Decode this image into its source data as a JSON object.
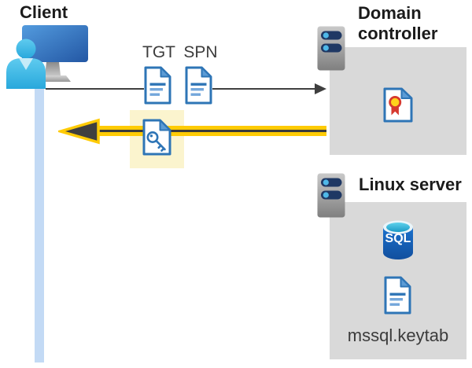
{
  "client": {
    "label": "Client"
  },
  "auth_request": {
    "tgt_label": "TGT",
    "spn_label": "SPN"
  },
  "domain_controller": {
    "label": "Domain controller"
  },
  "linux_server": {
    "label": "Linux server",
    "database_label": "SQL",
    "keytab_label": "mssql.keytab"
  },
  "icons": {
    "client": "user-at-computer-icon",
    "ticket": "document-icon",
    "session_key": "key-document-icon",
    "server": "server-icon",
    "certificate": "certificate-icon",
    "database": "sql-database-icon"
  },
  "colors": {
    "icon_blue": "#2E75B6",
    "fold_blue": "#5B9BD5",
    "container_gray": "#D9D9D9",
    "highlight_yellow": "#FBF4CE",
    "arrow_dark": "#3F3F3F",
    "arrow_yellow": "#FFCB05",
    "lifeline_blue": "#C3DAF5"
  }
}
